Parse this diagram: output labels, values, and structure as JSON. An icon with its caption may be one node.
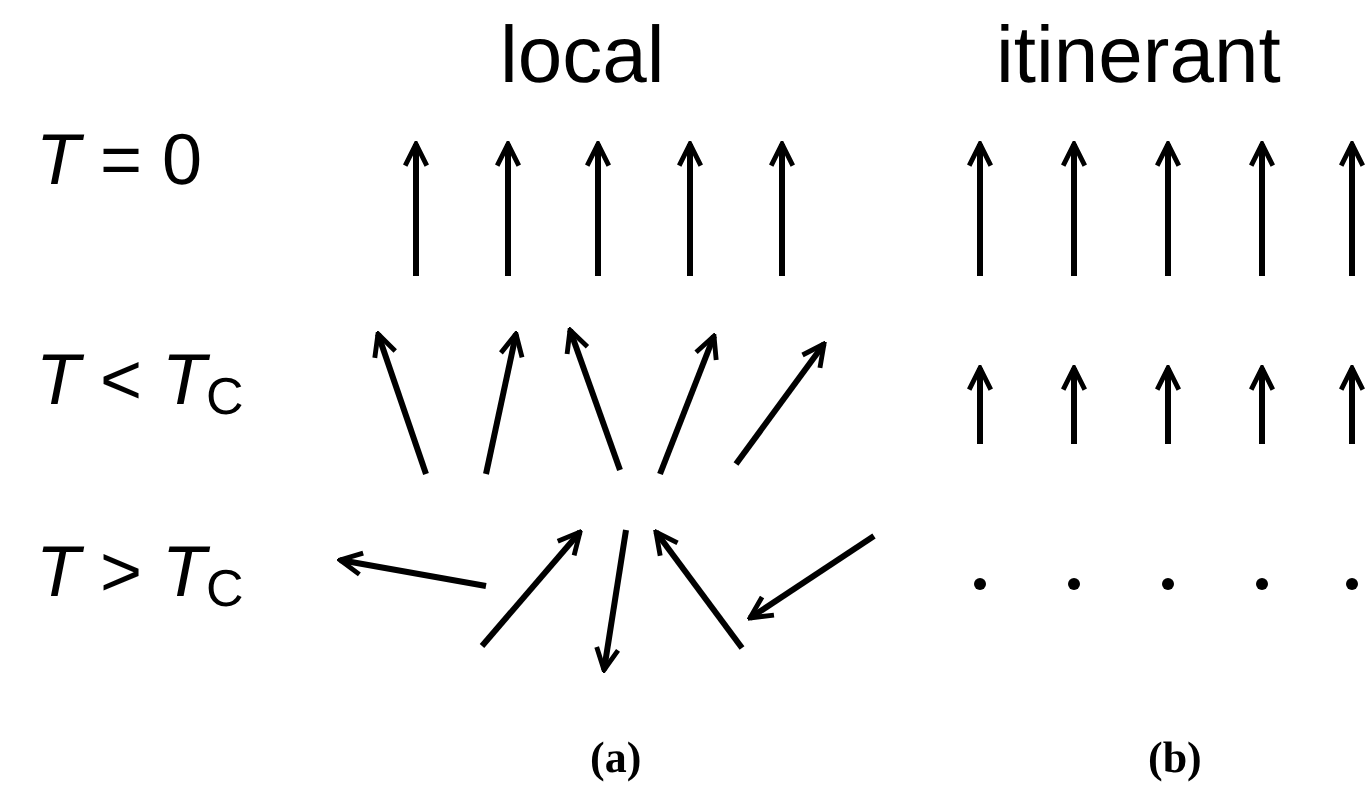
{
  "diagram": {
    "labels": [
      "local",
      "itinerant",
      "*T* = 0",
      "*T* < *T*$_{C}$",
      "*T* > *T*$_{C}$",
      "(a)",
      "(b)"
    ]
  }
}
